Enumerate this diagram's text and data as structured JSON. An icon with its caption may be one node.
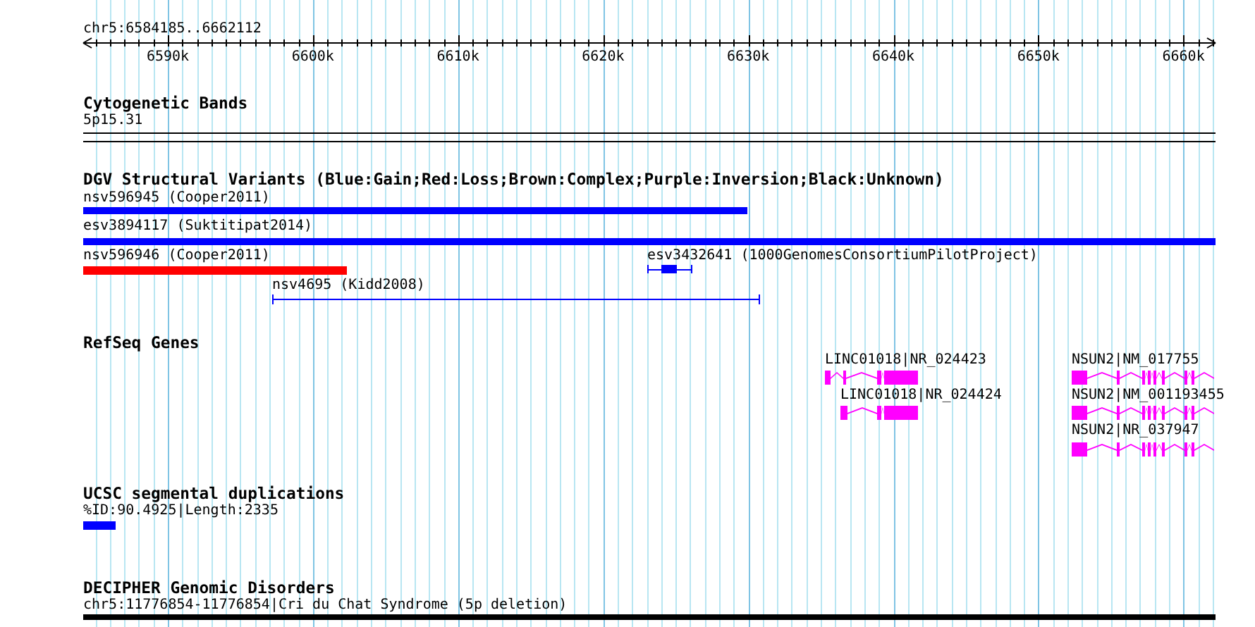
{
  "diagram": {
    "labels": [
      "chr5:6584185..6662112",
      "6590k",
      "6600k",
      "6610k",
      "6620k",
      "6630k",
      "6640k",
      "6650k",
      "6660k",
      "Cytogenetic Bands",
      "5p15.31",
      "DGV Structural Variants (Blue:Gain;Red:Loss;Brown:Complex;Purple:Inversion;Black:Unknown)",
      "nsv596945 (Cooper2011)",
      "esv3894117 (Suktitipat2014)",
      "nsv596946 (Cooper2011)",
      "esv3432641 (1000GenomesConsortiumPilotProject)",
      "nsv4695 (Kidd2008)",
      "RefSeq Genes",
      "LINC01018|NR_024423",
      "NSUN2|NM_017755",
      "LINC01018|NR_024424",
      "NSUN2|NM_001193455",
      "NSUN2|NR_037947",
      "UCSC segmental duplications",
      "%ID:90.4925|Length:2335",
      "DECIPHER Genomic Disorders",
      "chr5:11776854-11776854|Cri du Chat Syndrome (5p deletion)"
    ]
  }
}
